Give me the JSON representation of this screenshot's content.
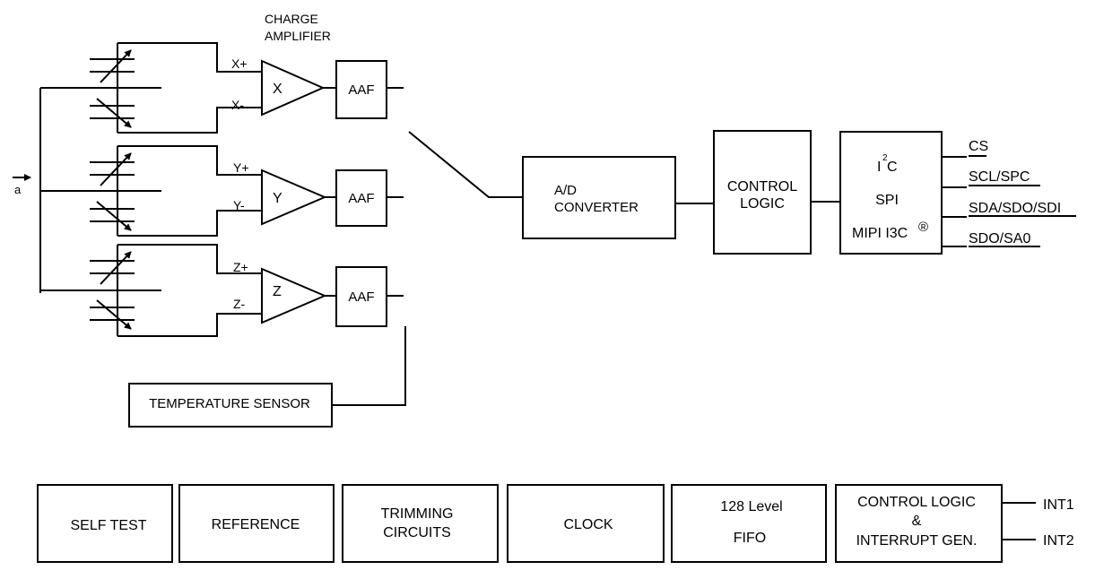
{
  "sensor": {
    "input_label": "a",
    "charge_amplifier": [
      "CHARGE",
      "AMPLIFIER"
    ],
    "channels": [
      {
        "axis": "X",
        "plus": "X+",
        "minus": "X-",
        "filter": "AAF"
      },
      {
        "axis": "Y",
        "plus": "Y+",
        "minus": "Y-",
        "filter": "AAF"
      },
      {
        "axis": "Z",
        "plus": "Z+",
        "minus": "Z-",
        "filter": "AAF"
      }
    ],
    "temperature_sensor": "TEMPERATURE SENSOR"
  },
  "processing": {
    "ad_converter": [
      "A/D",
      "CONVERTER"
    ],
    "control_logic": [
      "CONTROL",
      "LOGIC"
    ]
  },
  "interface": {
    "i2c_base": "I",
    "i2c_sup": "2",
    "i2c_tail": "C",
    "spi": "SPI",
    "mipi": "MIPI I3C",
    "mipi_mark": "®",
    "pins": [
      "CS",
      "SCL/SPC",
      "SDA/SDO/SDI",
      "SDO/SA0"
    ]
  },
  "bottom_blocks": {
    "self_test": "SELF TEST",
    "reference": "REFERENCE",
    "trimming": [
      "TRIMMING",
      "CIRCUITS"
    ],
    "clock": "CLOCK",
    "fifo": [
      "128 Level",
      "FIFO"
    ],
    "interrupt": [
      "CONTROL LOGIC",
      "&",
      "INTERRUPT GEN."
    ],
    "int_pins": [
      "INT1",
      "INT2"
    ]
  }
}
